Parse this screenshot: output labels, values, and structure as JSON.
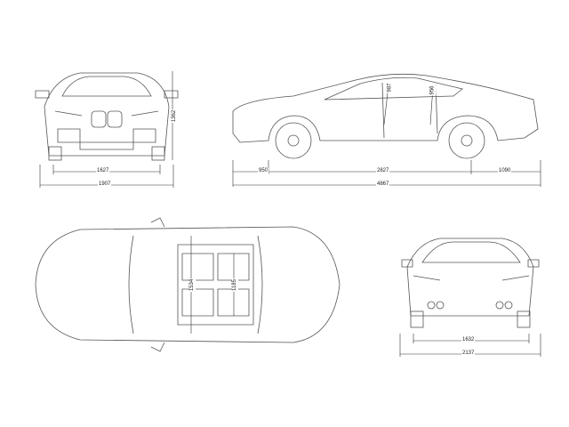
{
  "front_view": {
    "track": "1627",
    "width": "1907",
    "height": "1362"
  },
  "side_view": {
    "front_overhang": "950",
    "wheelbase": "2827",
    "rear_overhang": "1090",
    "length": "4867",
    "front_headroom": "987",
    "rear_headroom": "956"
  },
  "top_view": {
    "front_interior_width": "1534",
    "rear_interior_width": "1185"
  },
  "rear_view": {
    "track": "1632",
    "width_with_mirrors": "2137"
  }
}
